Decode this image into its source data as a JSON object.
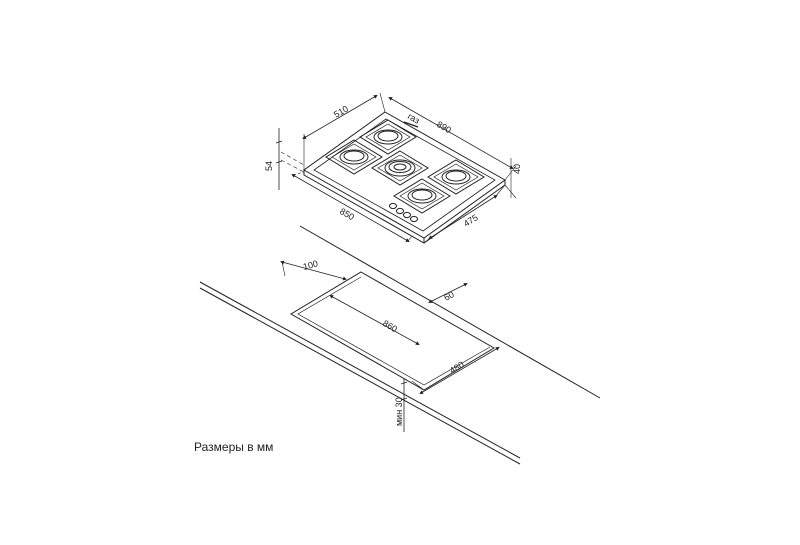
{
  "diagram": {
    "hob": {
      "width_label": "890",
      "depth_label": "510",
      "height_label": "54",
      "cutout_width_label": "850",
      "cutout_depth_label": "475",
      "inset_label": "40",
      "gas_label": "газ"
    },
    "countertop": {
      "offset_label": "100",
      "edge_label": "60",
      "cutout_width_label": "860",
      "cutout_depth_label": "480",
      "thickness_label": "мин 30"
    },
    "caption": "Размеры в мм",
    "line_color": "#222222"
  }
}
